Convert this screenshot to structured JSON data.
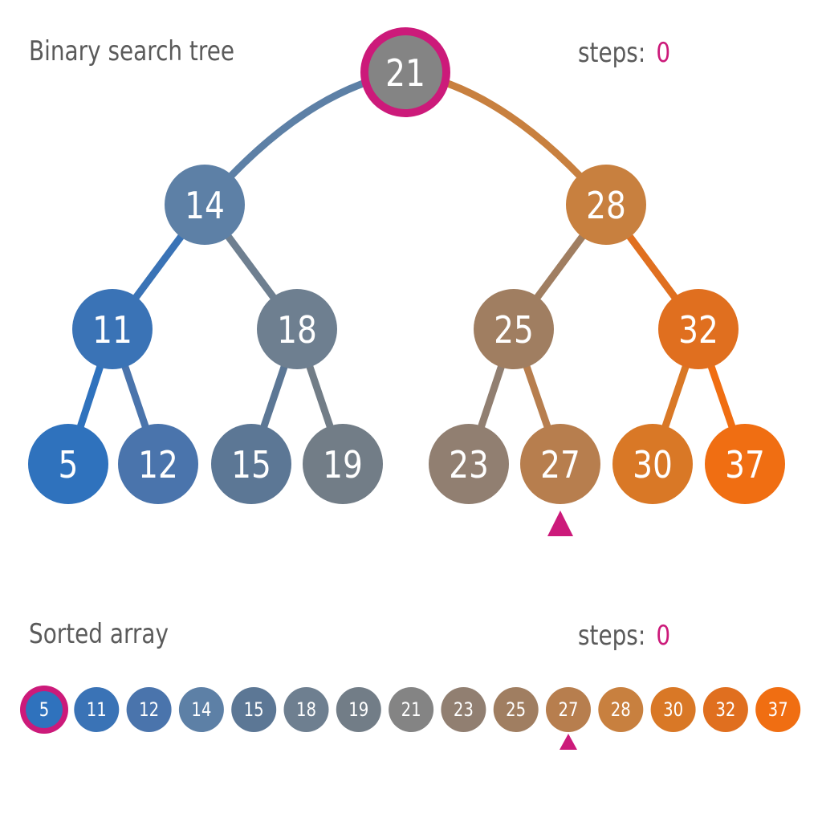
{
  "tree": {
    "title": "Binary search tree",
    "steps_label": "steps:",
    "steps_value": "0",
    "current": "21",
    "target": "27",
    "nodes": [
      {
        "label": "21",
        "color": "#848484"
      },
      {
        "label": "14",
        "color": "#5d80a6"
      },
      {
        "label": "28",
        "color": "#c8803f"
      },
      {
        "label": "11",
        "color": "#3a73b6"
      },
      {
        "label": "18",
        "color": "#6e7f90"
      },
      {
        "label": "25",
        "color": "#a07e61"
      },
      {
        "label": "32",
        "color": "#e06f1f"
      },
      {
        "label": "5",
        "color": "#2f72bd"
      },
      {
        "label": "12",
        "color": "#4a74ac"
      },
      {
        "label": "15",
        "color": "#5c7795"
      },
      {
        "label": "19",
        "color": "#727d87"
      },
      {
        "label": "23",
        "color": "#917f71"
      },
      {
        "label": "27",
        "color": "#b77e4e"
      },
      {
        "label": "30",
        "color": "#d97826"
      },
      {
        "label": "37",
        "color": "#f06e12"
      }
    ],
    "edges": [
      [
        0,
        1
      ],
      [
        0,
        2
      ],
      [
        1,
        3
      ],
      [
        1,
        4
      ],
      [
        2,
        5
      ],
      [
        2,
        6
      ],
      [
        3,
        7
      ],
      [
        3,
        8
      ],
      [
        4,
        9
      ],
      [
        4,
        10
      ],
      [
        5,
        11
      ],
      [
        5,
        12
      ],
      [
        6,
        13
      ],
      [
        6,
        14
      ]
    ]
  },
  "array": {
    "title": "Sorted array",
    "steps_label": "steps:",
    "steps_value": "0",
    "current": "5",
    "target": "27",
    "items": [
      {
        "label": "5",
        "color": "#2f72bd"
      },
      {
        "label": "11",
        "color": "#3a73b6"
      },
      {
        "label": "12",
        "color": "#4a74ac"
      },
      {
        "label": "14",
        "color": "#5d80a6"
      },
      {
        "label": "15",
        "color": "#5c7795"
      },
      {
        "label": "18",
        "color": "#6e7f90"
      },
      {
        "label": "19",
        "color": "#727d87"
      },
      {
        "label": "21",
        "color": "#848484"
      },
      {
        "label": "23",
        "color": "#917f71"
      },
      {
        "label": "25",
        "color": "#a07e61"
      },
      {
        "label": "27",
        "color": "#b77e4e"
      },
      {
        "label": "28",
        "color": "#c8803f"
      },
      {
        "label": "30",
        "color": "#d97826"
      },
      {
        "label": "32",
        "color": "#e06f1f"
      },
      {
        "label": "37",
        "color": "#f06e12"
      }
    ]
  },
  "colors": {
    "highlight": "#cc1a7a",
    "text": "#5a5a5a",
    "node_text": "#ffffff"
  }
}
